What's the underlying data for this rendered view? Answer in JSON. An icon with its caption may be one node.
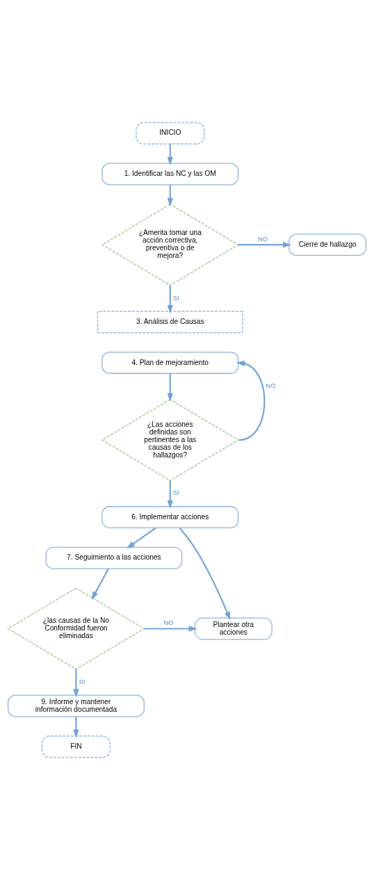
{
  "diagram": {
    "nodes": [
      {
        "text": [
          "INICIO"
        ]
      },
      {
        "text": [
          "1. Identificar las NC y las OM"
        ]
      },
      {
        "text": [
          "¿Amerita tomar una acción correctiva, preventiva o de mejora?"
        ]
      },
      {
        "text": [
          "Cierre de hallazgo"
        ]
      },
      {
        "text": [
          "3. Análisis de Causas"
        ]
      },
      {
        "text": [
          "4. Plan de mejoramiento"
        ]
      },
      {
        "text": [
          "¿Las acciones definidas son pertinentes a las causas de los hallazgos?"
        ]
      },
      {
        "text": [
          "6. Implementar acciones"
        ]
      },
      {
        "text": [
          "7. Seguimiento a las acciones"
        ]
      },
      {
        "text": [
          "¿las causas de la No Conformidad fueron eliminadas"
        ]
      },
      {
        "text": [
          "Plantear otra acciones"
        ]
      },
      {
        "text": [
          "9. Informe y mantener información documentada"
        ]
      },
      {
        "text": [
          "FIN"
        ]
      }
    ],
    "edges": [
      {
        "from": 0,
        "to": 1,
        "arrow": "to"
      },
      {
        "from": 1,
        "to": 2,
        "arrow": "to"
      },
      {
        "from": 2,
        "to": 3,
        "arrow": "to",
        "label": "NO"
      },
      {
        "from": 2,
        "to": 4,
        "arrow": "to",
        "label": "SI"
      },
      {
        "from": 5,
        "to": 6,
        "arrow": "to"
      },
      {
        "from": 6,
        "to": 5,
        "arrow": "to",
        "label": "NO"
      },
      {
        "from": 6,
        "to": 7,
        "arrow": "to",
        "label": "SI"
      },
      {
        "from": 7,
        "to": 8,
        "arrow": "to"
      },
      {
        "from": 7,
        "to": 10,
        "arrow": "to"
      },
      {
        "from": 8,
        "to": 9,
        "arrow": "to"
      },
      {
        "from": 9,
        "to": 10,
        "arrow": "to",
        "label": "NO"
      },
      {
        "from": 9,
        "to": 11,
        "arrow": "to",
        "label": "SI"
      },
      {
        "from": 11,
        "to": 12,
        "arrow": "to"
      }
    ]
  }
}
